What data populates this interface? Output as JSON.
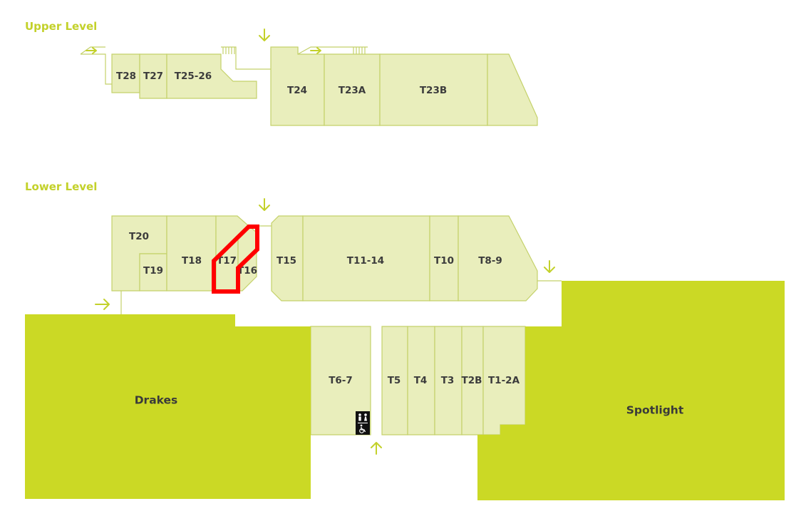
{
  "levels": {
    "upper": "Upper Level",
    "lower": "Lower Level"
  },
  "upper_tenancies": {
    "t28": "T28",
    "t27": "T27",
    "t25_26": "T25-26",
    "t24": "T24",
    "t23a": "T23A",
    "t23b": "T23B"
  },
  "lower_tenancies": {
    "t20": "T20",
    "t19": "T19",
    "t18": "T18",
    "t17": "T17",
    "t16": "T16",
    "t15": "T15",
    "t11_14": "T11-14",
    "t10": "T10",
    "t8_9": "T8-9",
    "t6_7": "T6-7",
    "t5": "T5",
    "t4": "T4",
    "t3": "T3",
    "t2b": "T2B",
    "t1_2a": "T1-2A"
  },
  "anchors": {
    "drakes": "Drakes",
    "spotlight": "Spotlight"
  },
  "highlighted_tenancy": "T17",
  "icons": {
    "entry_arrow": "arrow-icon",
    "amenities": "toilets-accessible-icon"
  },
  "colors": {
    "level_title": "#c3d12a",
    "shop_fill": "#e9eebc",
    "shop_stroke": "#c4d16a",
    "anchor_fill": "#cbd925",
    "highlight": "#ff0000"
  }
}
